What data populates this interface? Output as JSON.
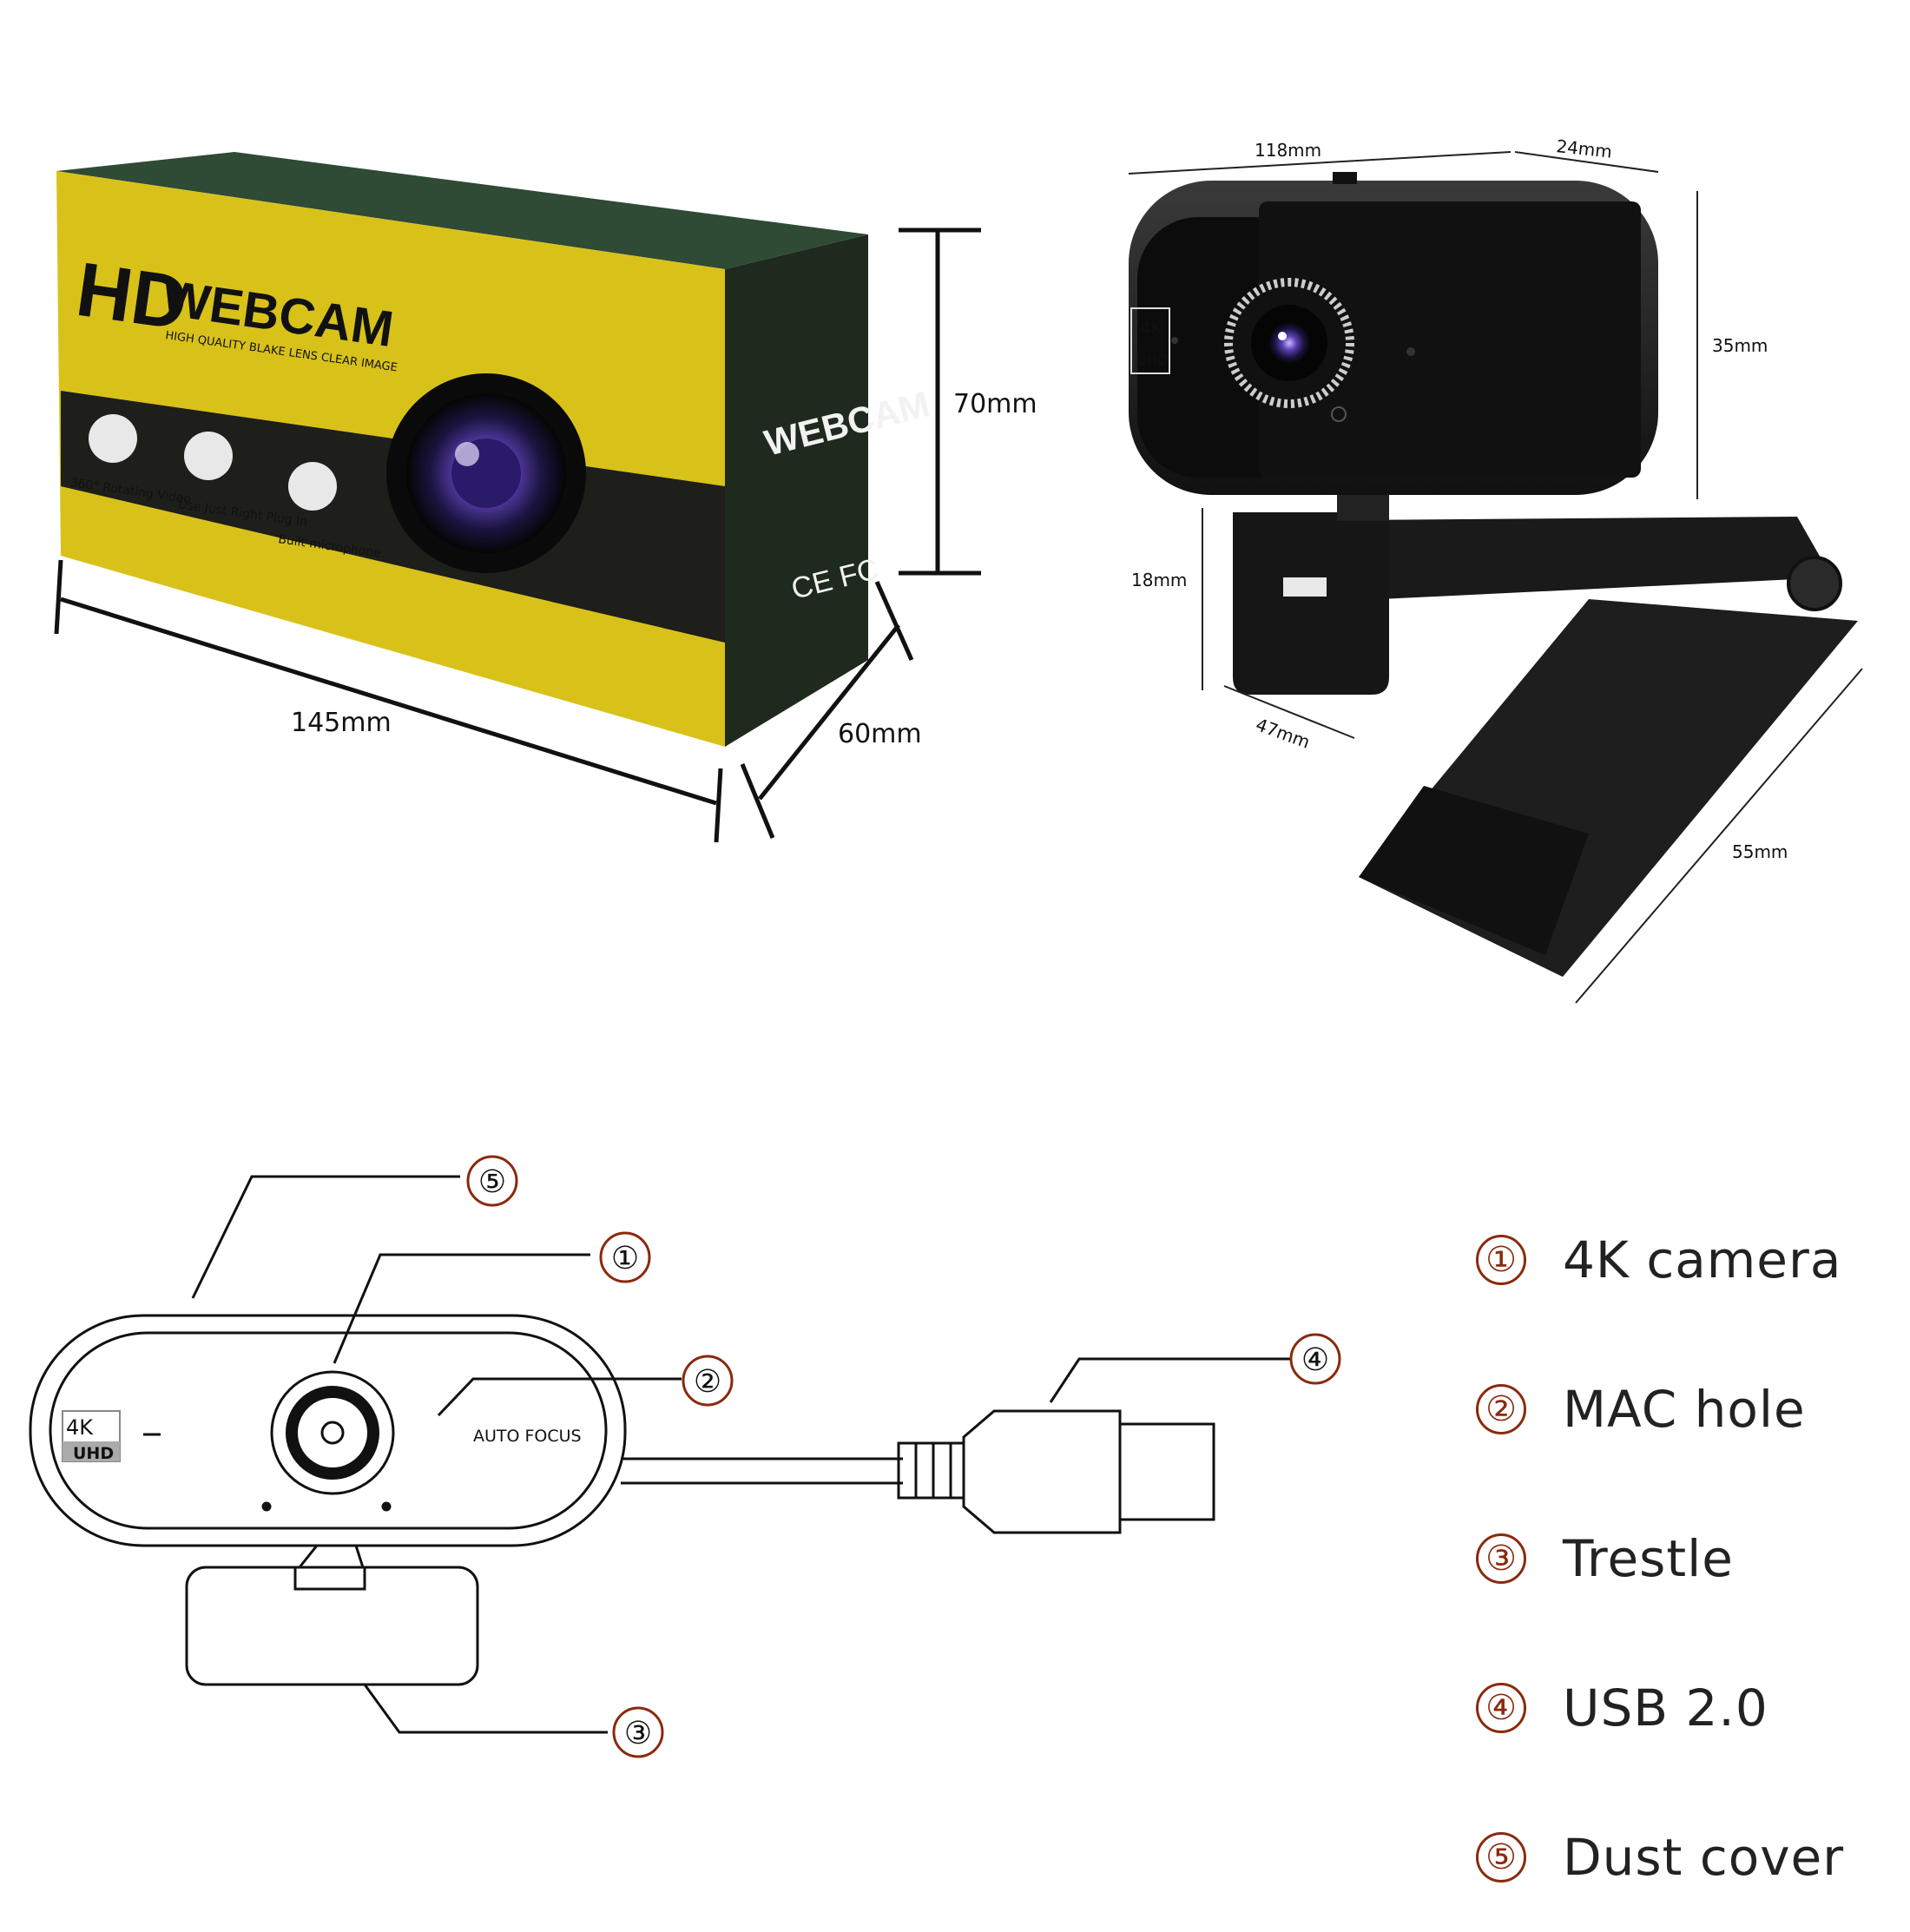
{
  "box": {
    "brand_hd": "HD",
    "brand_webcam": "WEBCAM",
    "tagline": "HIGH QUALITY BLAKE LENS CLEAR IMAGE",
    "side_title": "WEBCAM",
    "features": [
      "360° Rotating Video",
      "Use Just Right Plug In",
      "Built microphone"
    ],
    "marks": "CE FC",
    "dims": {
      "height": "70mm",
      "length": "145mm",
      "depth": "60mm"
    }
  },
  "camera": {
    "badge_4k": "4K",
    "badge_uhd": "UHD",
    "auto_focus": "AUTO FOCUS",
    "dims": {
      "width": "118mm",
      "depth": "24mm",
      "height": "35mm",
      "clip": "18mm",
      "clip_width": "47mm",
      "base": "55mm"
    }
  },
  "diagram": {
    "badge_4k": "4K",
    "badge_uhd": "UHD",
    "auto_focus": "AUTO FOCUS",
    "callouts": [
      "①",
      "②",
      "③",
      "④",
      "⑤"
    ]
  },
  "legend": [
    {
      "num": "①",
      "label": "4K camera"
    },
    {
      "num": "②",
      "label": "MAC hole"
    },
    {
      "num": "③",
      "label": "Trestle"
    },
    {
      "num": "④",
      "label": "USB 2.0"
    },
    {
      "num": "⑤",
      "label": "Dust cover"
    }
  ],
  "colors": {
    "box_yellow": "#d8c21a",
    "box_dark": "#1f2a1e",
    "callout": "#8a2a0e",
    "camera_body": "#1b1b1b"
  }
}
